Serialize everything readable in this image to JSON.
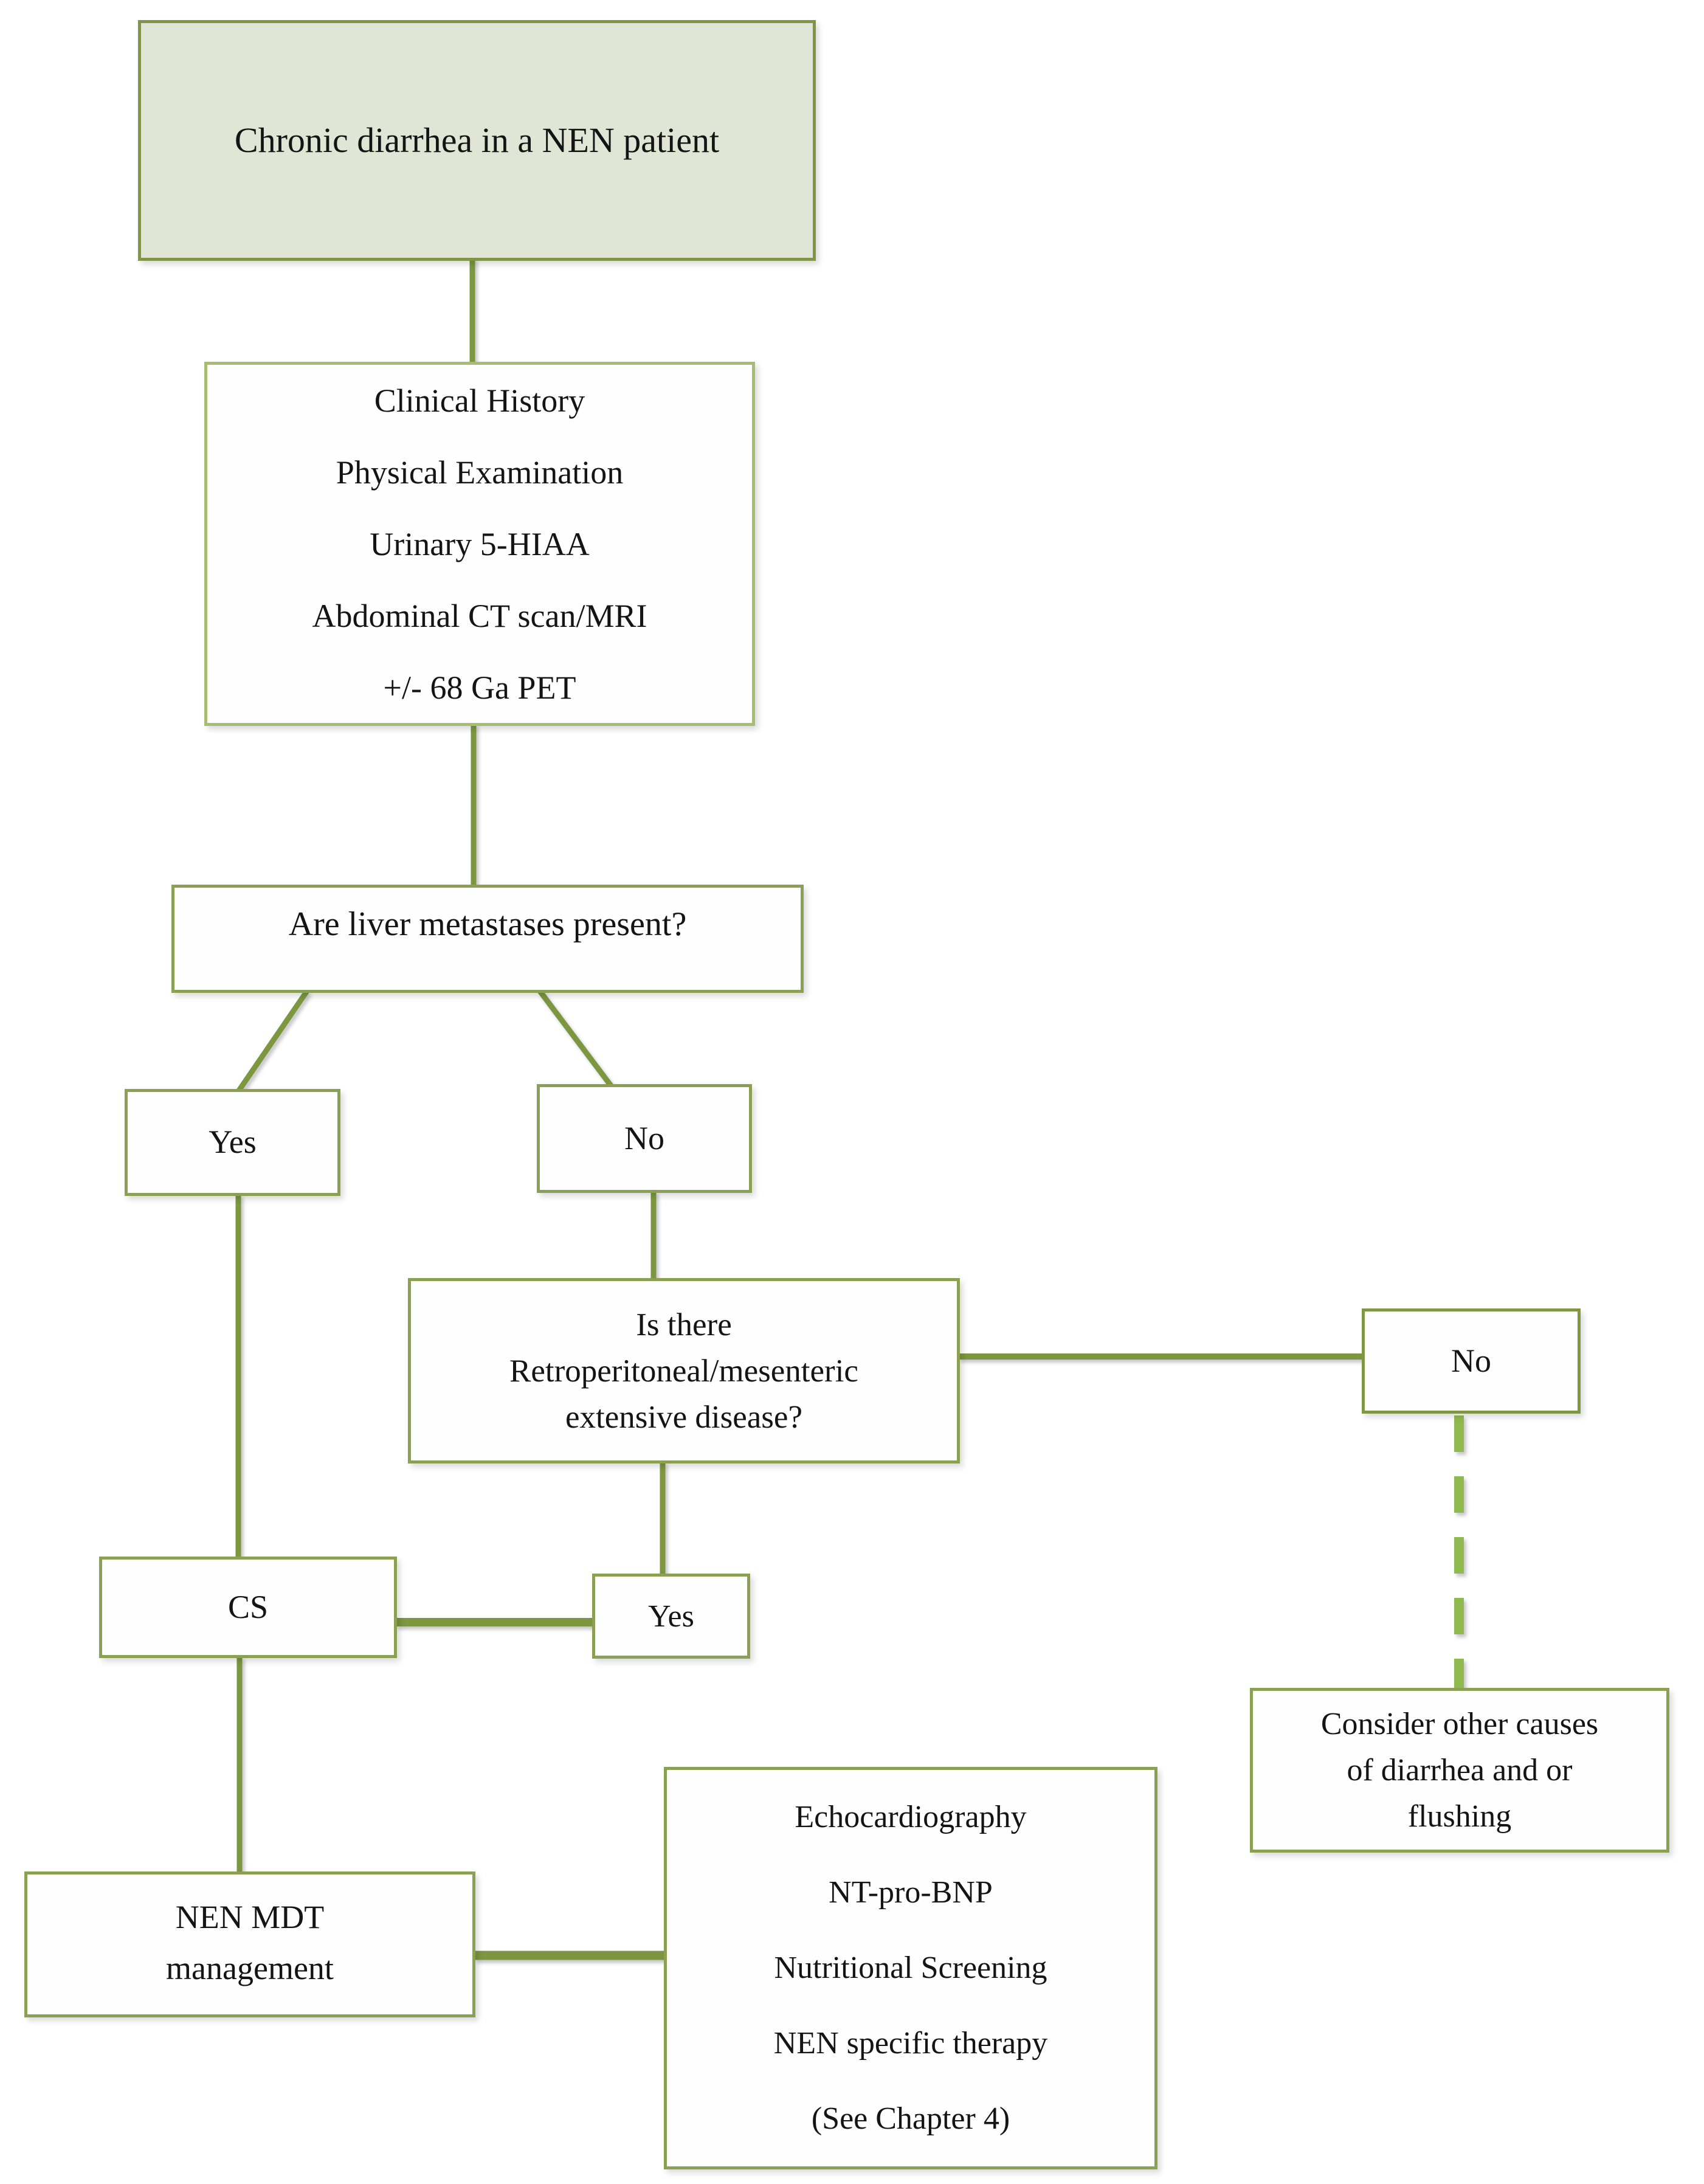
{
  "diagram": {
    "type": "flowchart",
    "nodes": {
      "start": {
        "label": "Chronic diarrhea in a NEN patient"
      },
      "workup": {
        "lines": [
          "Clinical History",
          "Physical Examination",
          "Urinary 5-HIAA",
          "Abdominal CT scan/MRI",
          "+/- 68 Ga PET"
        ]
      },
      "liver_question": {
        "label": "Are liver metastases present?"
      },
      "liver_yes": {
        "label": "Yes"
      },
      "liver_no": {
        "label": "No"
      },
      "retro_question": {
        "lines": [
          "Is there",
          "Retroperitoneal/mesenteric",
          "extensive disease?"
        ]
      },
      "retro_no": {
        "label": "No"
      },
      "retro_yes": {
        "label": "Yes"
      },
      "cs": {
        "label": "CS"
      },
      "consider_other": {
        "lines": [
          "Consider other causes",
          "of diarrhea and or",
          "flushing"
        ]
      },
      "nen_mdt": {
        "lines": [
          "NEN MDT",
          "management"
        ]
      },
      "therapy": {
        "lines": [
          "Echocardiography",
          "NT-pro-BNP",
          "Nutritional Screening",
          "NEN specific therapy",
          "(See Chapter 4)"
        ]
      }
    },
    "edges": [
      {
        "from": "start",
        "to": "workup",
        "style": "solid"
      },
      {
        "from": "workup",
        "to": "liver_question",
        "style": "solid"
      },
      {
        "from": "liver_question",
        "to": "liver_yes",
        "style": "solid-diagonal"
      },
      {
        "from": "liver_question",
        "to": "liver_no",
        "style": "solid-diagonal"
      },
      {
        "from": "liver_yes",
        "to": "cs",
        "style": "solid"
      },
      {
        "from": "liver_no",
        "to": "retro_question",
        "style": "solid"
      },
      {
        "from": "retro_question",
        "to": "retro_no",
        "style": "solid"
      },
      {
        "from": "retro_question",
        "to": "retro_yes",
        "style": "solid"
      },
      {
        "from": "cs",
        "to": "retro_yes",
        "style": "solid"
      },
      {
        "from": "retro_no",
        "to": "consider_other",
        "style": "dashed"
      },
      {
        "from": "cs",
        "to": "nen_mdt",
        "style": "solid"
      },
      {
        "from": "nen_mdt",
        "to": "therapy",
        "style": "solid"
      }
    ],
    "colors": {
      "box_border_green": "#8ba052",
      "light_border_green": "#a7bd6f",
      "dark_border_green": "#7f9644",
      "start_fill": "#e1e5d6",
      "connector_green": "#7c9740",
      "dash_green": "#8fba50",
      "text": "#141414",
      "background": "#ffffff"
    }
  }
}
